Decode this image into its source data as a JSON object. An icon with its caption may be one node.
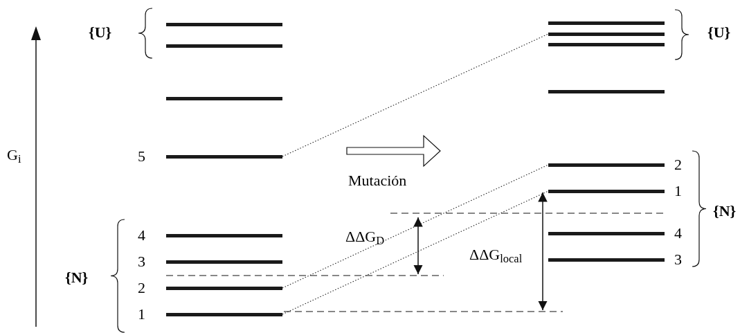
{
  "diagram": {
    "nodes": [
      {
        "text": [],
        "shape": "bar"
      },
      {
        "text": [],
        "shape": "bar"
      },
      {
        "text": [],
        "shape": "bar"
      },
      {
        "text": [],
        "shape": "bar",
        "beside": [
          "5"
        ]
      },
      {
        "text": [],
        "shape": "bar",
        "beside": [
          "4"
        ]
      },
      {
        "text": [],
        "shape": "bar",
        "beside": [
          "3"
        ]
      },
      {
        "text": [],
        "shape": "bar",
        "beside": [
          "2"
        ]
      },
      {
        "text": [],
        "shape": "bar",
        "beside": [
          "1"
        ]
      },
      {
        "text": [],
        "shape": "bar"
      },
      {
        "text": [],
        "shape": "bar"
      },
      {
        "text": [],
        "shape": "bar"
      },
      {
        "text": [],
        "shape": "bar"
      },
      {
        "text": [],
        "shape": "bar",
        "beside": [
          "2"
        ]
      },
      {
        "text": [],
        "shape": "bar",
        "beside": [
          "1"
        ]
      },
      {
        "text": [],
        "shape": "bar",
        "beside": [
          "4"
        ]
      },
      {
        "text": [],
        "shape": "bar",
        "beside": [
          "3"
        ]
      }
    ],
    "edges": [
      {
        "from": 3,
        "to": 9,
        "arrow": "none"
      },
      {
        "from": 6,
        "to": 12,
        "arrow": "none"
      },
      {
        "from": 7,
        "to": 13,
        "arrow": "none"
      }
    ],
    "labels": [
      "{U}",
      "{U}",
      "G$_{i}$",
      "Mutación",
      "{N}",
      "ΔΔG$_{D}$",
      "ΔΔG$_{local}$",
      "{N}"
    ]
  }
}
